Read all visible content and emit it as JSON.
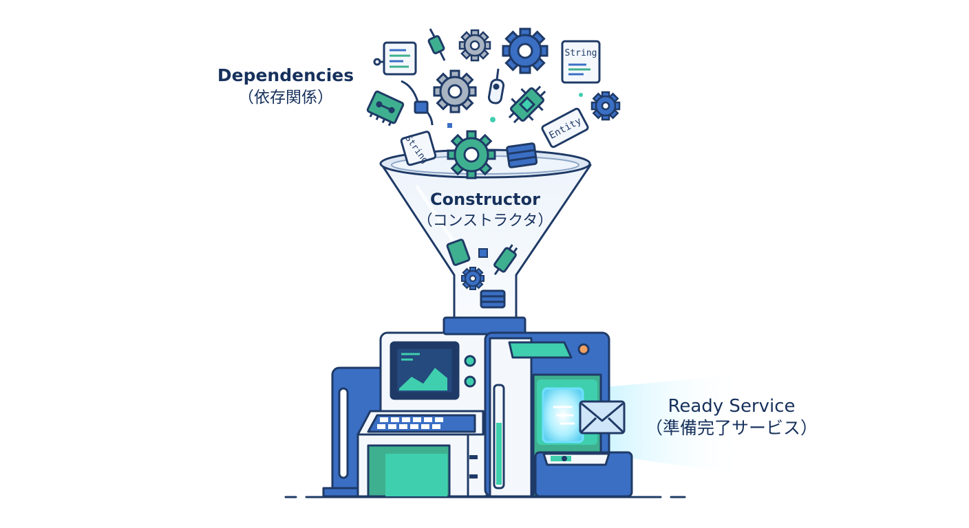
{
  "labels": {
    "dependencies": {
      "title": "Dependencies",
      "subtitle": "（依存関係）"
    },
    "constructor": {
      "title": "Constructor",
      "subtitle": "（コンストラクタ）"
    },
    "ready_service": {
      "title": "Ready Service",
      "subtitle": "（準備完了サービス）"
    }
  },
  "tags": {
    "string_card": "String",
    "string_tag": "String",
    "entity_tag": "Entity"
  },
  "icons": [
    "gear-icon",
    "document-icon",
    "chip-icon",
    "plug-icon",
    "server-icon",
    "envelope-icon",
    "chart-icon"
  ],
  "colors": {
    "outline": "#1f3a66",
    "blue": "#3a6fc4",
    "teal": "#3fcfae",
    "green": "#3fb08f",
    "gray": "#a9b4c2",
    "glow": "#8fe6ff"
  }
}
